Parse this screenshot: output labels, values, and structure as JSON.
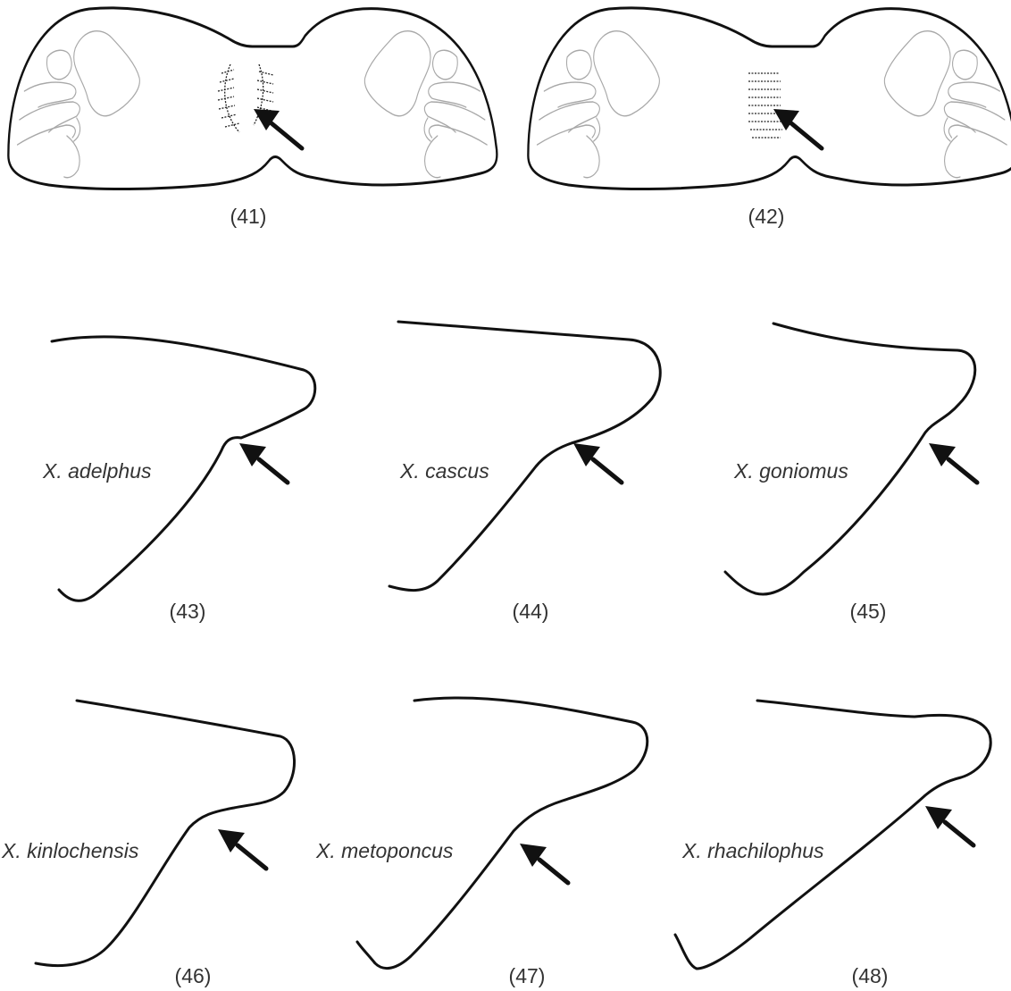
{
  "plates": [
    {
      "label": "(41)"
    },
    {
      "label": "(42)"
    }
  ],
  "profiles": [
    {
      "label": "(43)",
      "species": "X. adelphus"
    },
    {
      "label": "(44)",
      "species": "X. cascus"
    },
    {
      "label": "(45)",
      "species": "X. goniomus"
    },
    {
      "label": "(46)",
      "species": "X. kinlochensis"
    },
    {
      "label": "(47)",
      "species": "X. metoponcus"
    },
    {
      "label": "(48)",
      "species": "X. rhachilophus"
    }
  ]
}
